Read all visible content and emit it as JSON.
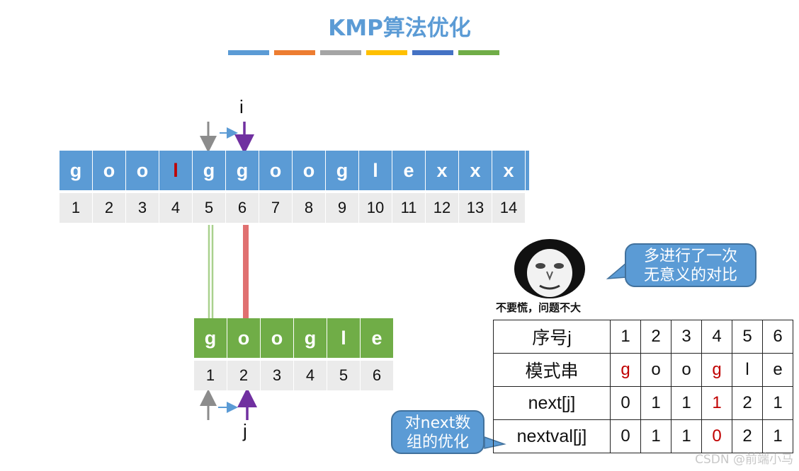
{
  "title": "KMP算法优化",
  "decor_colors": [
    "#5b9bd5",
    "#ed7d31",
    "#a5a5a5",
    "#ffc000",
    "#4472c4",
    "#70ad47"
  ],
  "main_string": {
    "chars": [
      "g",
      "o",
      "o",
      "l",
      "g",
      "g",
      "o",
      "o",
      "g",
      "l",
      "e",
      "x",
      "x",
      "x"
    ],
    "indices": [
      "1",
      "2",
      "3",
      "4",
      "5",
      "6",
      "7",
      "8",
      "9",
      "10",
      "11",
      "12",
      "13",
      "14"
    ],
    "highlight_index": 3,
    "highlight_color": "#c00000"
  },
  "pattern": {
    "chars": [
      "g",
      "o",
      "o",
      "g",
      "l",
      "e"
    ],
    "indices": [
      "1",
      "2",
      "3",
      "4",
      "5",
      "6"
    ]
  },
  "pointer_i": "i",
  "pointer_j": "j",
  "bubble_top": "多进行了一次\n无意义的对比",
  "bubble_bottom": "对next数\n组的优化",
  "meme_caption": "不要慌，问题不大",
  "table": {
    "headers": [
      "序号j",
      "模式串",
      "next[j]",
      "nextval[j]"
    ],
    "row_seq": [
      "1",
      "2",
      "3",
      "4",
      "5",
      "6"
    ],
    "row_pattern": [
      "g",
      "o",
      "o",
      "g",
      "l",
      "e"
    ],
    "row_next": [
      "0",
      "1",
      "1",
      "1",
      "2",
      "1"
    ],
    "row_nextval": [
      "0",
      "1",
      "1",
      "0",
      "2",
      "1"
    ],
    "red_color": "#c00000"
  },
  "watermark": "CSDN @前端小马"
}
